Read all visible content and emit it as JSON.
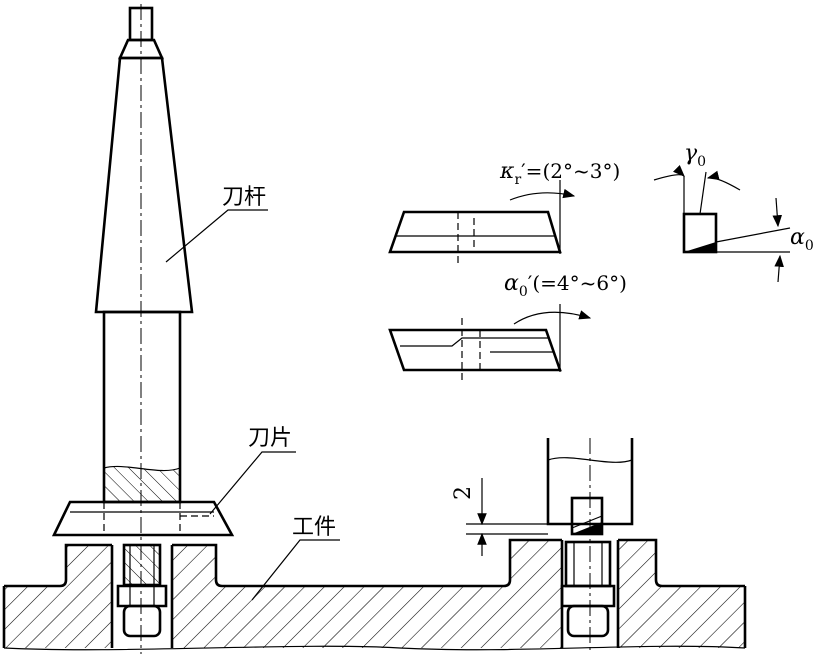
{
  "labels": {
    "tool_shank": "刀杆",
    "blade": "刀片",
    "workpiece": "工件",
    "dimension_2": "2"
  },
  "angles": {
    "kappa_symbol": "κ",
    "kappa_sub": "r",
    "kappa_value": "′=(2°~3°)",
    "alpha_prime_symbol": "α",
    "alpha_prime_sub": "0",
    "alpha_prime_value": "′(=4°~6°)",
    "gamma_symbol": "γ",
    "gamma_sub": "0",
    "alpha_symbol": "α",
    "alpha_sub": "0"
  }
}
